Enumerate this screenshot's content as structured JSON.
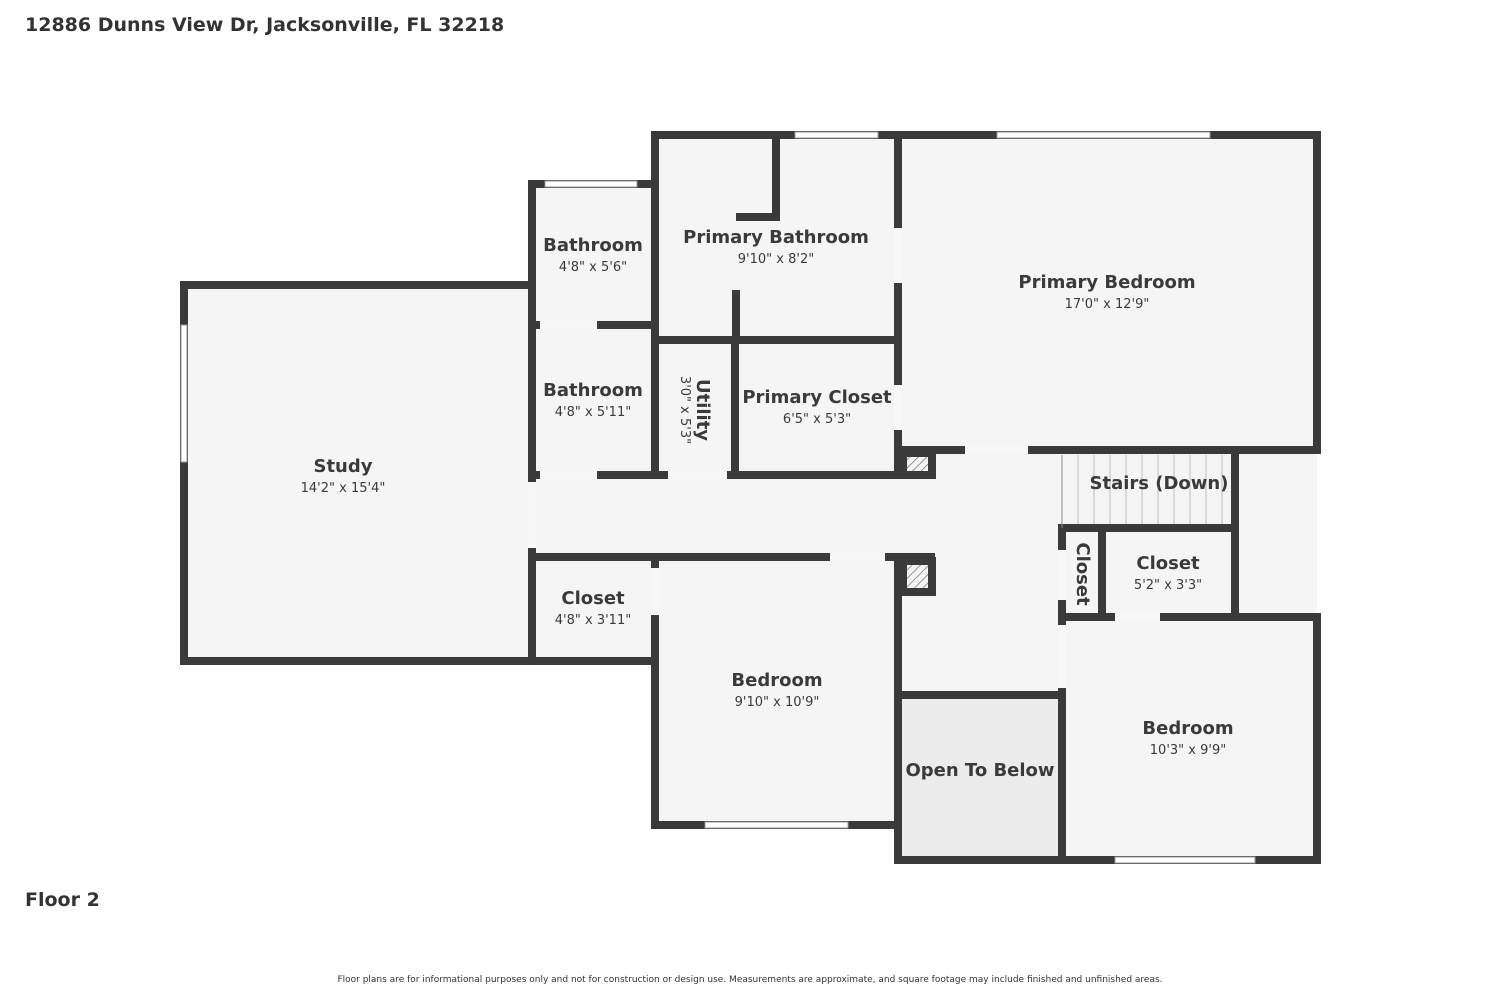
{
  "header": {
    "address": "12886 Dunns View Dr, Jacksonville, FL 32218"
  },
  "floor_label": "Floor 2",
  "disclaimer": "Floor plans are for informational purposes only and not for construction or design use. Measurements are approximate, and square footage may include finished and unfinished areas.",
  "rooms": [
    {
      "name": "Study",
      "dims": "14'2\" x 15'4\""
    },
    {
      "name": "Bathroom",
      "dims": "4'8\" x 5'6\""
    },
    {
      "name": "Bathroom",
      "dims": "4'8\" x 5'11\""
    },
    {
      "name": "Primary Bathroom",
      "dims": "9'10\" x 8'2\""
    },
    {
      "name": "Utility",
      "dims": "3'0\" x 5'3\""
    },
    {
      "name": "Primary Closet",
      "dims": "6'5\" x 5'3\""
    },
    {
      "name": "Primary Bedroom",
      "dims": "17'0\" x 12'9\""
    },
    {
      "name": "Stairs (Down)",
      "dims": ""
    },
    {
      "name": "Closet",
      "dims": ""
    },
    {
      "name": "Closet",
      "dims": "5'2\" x 3'3\""
    },
    {
      "name": "Closet",
      "dims": "4'8\" x 3'11\""
    },
    {
      "name": "Bedroom",
      "dims": "9'10\" x 10'9\""
    },
    {
      "name": "Open To Below",
      "dims": ""
    },
    {
      "name": "Bedroom",
      "dims": "10'3\" x 9'9\""
    }
  ],
  "colors": {
    "wall": "#3a3a3a",
    "floor": "#f5f5f5",
    "open_below": "#ececec"
  }
}
